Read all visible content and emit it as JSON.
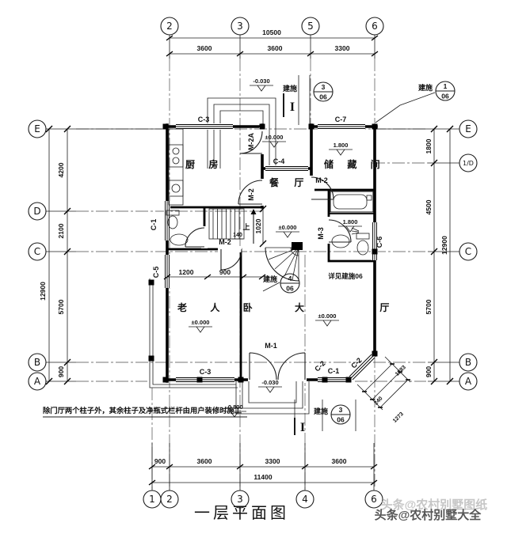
{
  "title": "一层平面图",
  "watermark": {
    "ghost": "头条@农村别墅图纸",
    "main": "头条@农村别墅大全"
  },
  "note": "除门厅两个柱子外，其余柱子及净瓶式栏杆由用户装修时施工",
  "axes": {
    "top": [
      "2",
      "3",
      "5",
      "6"
    ],
    "bottom": [
      "1",
      "2",
      "3",
      "4",
      "6"
    ],
    "left": [
      "E",
      "D",
      "C",
      "B",
      "A"
    ],
    "right": [
      "E",
      "1/D",
      "C",
      "B",
      "A"
    ]
  },
  "dims": {
    "top": {
      "overall": "10500",
      "s": [
        "3600",
        "3600",
        "3300"
      ]
    },
    "bottom": {
      "overall": "11400",
      "s": [
        "900",
        "3600",
        "3300",
        "3600"
      ]
    },
    "left": {
      "overall": "12900",
      "s": [
        "4200",
        "2100",
        "5700",
        "900"
      ]
    },
    "right": {
      "overall": "12900",
      "s": [
        "1800",
        "4500",
        "5700",
        "900"
      ]
    },
    "interior": [
      "1200",
      "900",
      "140",
      "1020"
    ],
    "bay": [
      "1283",
      "240",
      "1273"
    ]
  },
  "rooms": {
    "kitchen": "厨 房",
    "dining": "餐 厅",
    "storage": "储 藏 间",
    "bedroom": "老 人 卧",
    "hall": "大 厅"
  },
  "levels": {
    "dining": "±0.000",
    "stair": "±0.000",
    "bedroom": "±0.000",
    "hall": "±0.000",
    "storage": "1.800",
    "bath": "1.800",
    "rear_porch": "-0.030",
    "front_porch": "-0.030",
    "ground": "-0.800"
  },
  "doors": {
    "m1": "M-1",
    "m2": "M-2",
    "m2a": "M-2A",
    "m3": "M-3"
  },
  "windows": {
    "c1": "C-1",
    "c2": "C-2",
    "c3": "C-3",
    "c4": "C-4",
    "c5": "C-5",
    "c6": "C-6",
    "c7": "C-7"
  },
  "details": {
    "label": "建施",
    "sheet": "06",
    "rear_num": "3",
    "right_num": "1",
    "stair_num": "4",
    "front_num": "3",
    "stair_note": "详见建施06"
  },
  "stair": {
    "up": "上"
  },
  "section": {
    "mark": "I"
  }
}
